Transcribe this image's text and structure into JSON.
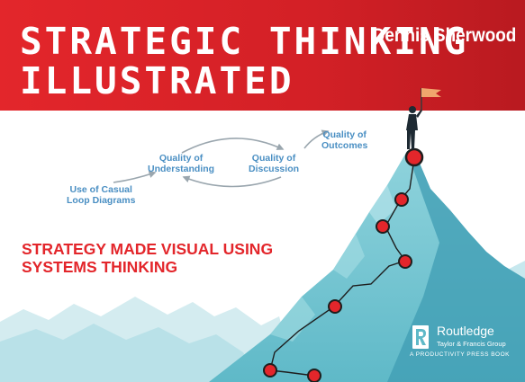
{
  "cover": {
    "title_line1": "STRATEGIC THINKING",
    "title_line2": "ILLUSTRATED",
    "author": "Dennis Sherwood",
    "subtitle_line1": "STRATEGY MADE VISUAL USING",
    "subtitle_line2": "SYSTEMS THINKING"
  },
  "diagram": {
    "node1": [
      "Use of Casual",
      "Loop Diagrams"
    ],
    "node2": [
      "Quality of",
      "Understanding"
    ],
    "node3": [
      "Quality of",
      "Discussion"
    ],
    "node4": [
      "Quality of",
      "Outcomes"
    ]
  },
  "publisher": {
    "name": "Routledge",
    "group": "Taylor & Francis Group",
    "imprint": "A PRODUCTIVITY PRESS BOOK"
  },
  "colors": {
    "banner_red": "#e3262b",
    "diagram_blue": "#4a8fc3",
    "mountain_teal": "#6cc3d0",
    "marker_red": "#e3262b"
  },
  "icons": [
    "flag-icon",
    "climber-icon",
    "routledge-logo-icon"
  ]
}
